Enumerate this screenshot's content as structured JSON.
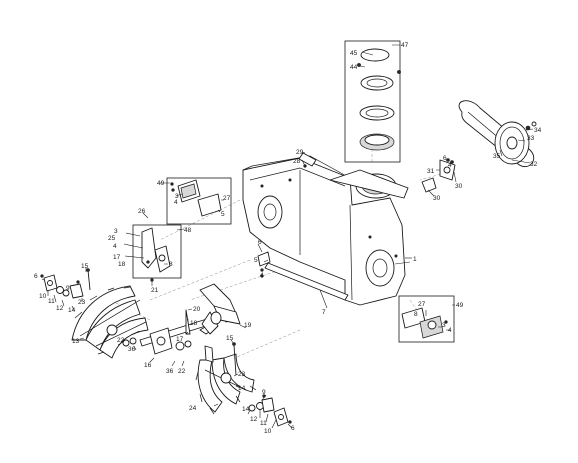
{
  "diagram": {
    "callouts": {
      "c1": "1",
      "c3a": "3",
      "c4a": "4",
      "c5a": "5",
      "c6a": "6",
      "c8a": "8",
      "c3b": "3",
      "c4b": "4",
      "c6b": "6",
      "c8b": "8",
      "c9a": "9",
      "c10a": "10",
      "c11a": "11",
      "c12a": "12",
      "c13": "13",
      "c14a": "14",
      "c15a": "15",
      "c16": "16",
      "c17a": "17",
      "c18a": "18",
      "c17b": "17",
      "c18b": "18",
      "c19": "19",
      "c20": "20",
      "c21": "21",
      "c22a": "22",
      "c22b": "22",
      "c23a": "23",
      "c23b": "23",
      "c24": "24",
      "c25": "25",
      "c26": "26",
      "c27a": "27",
      "c27b": "27",
      "c28": "28",
      "c29": "29",
      "c30a": "30",
      "c30b": "30",
      "c31": "31",
      "c32": "32",
      "c33": "33",
      "c34": "34",
      "c35": "35",
      "c36a": "36",
      "c36b": "36",
      "c44": "44",
      "c45": "45",
      "c47": "47",
      "c48": "48",
      "c49a": "49",
      "c49b": "49",
      "c7": "7",
      "c6c": "6",
      "c9b": "9",
      "c10b": "10",
      "c11b": "11",
      "c12b": "12",
      "c14b": "14",
      "c15b": "15",
      "c6d": "6",
      "c4c": "4",
      "c3c": "3",
      "c5b": "5"
    }
  }
}
